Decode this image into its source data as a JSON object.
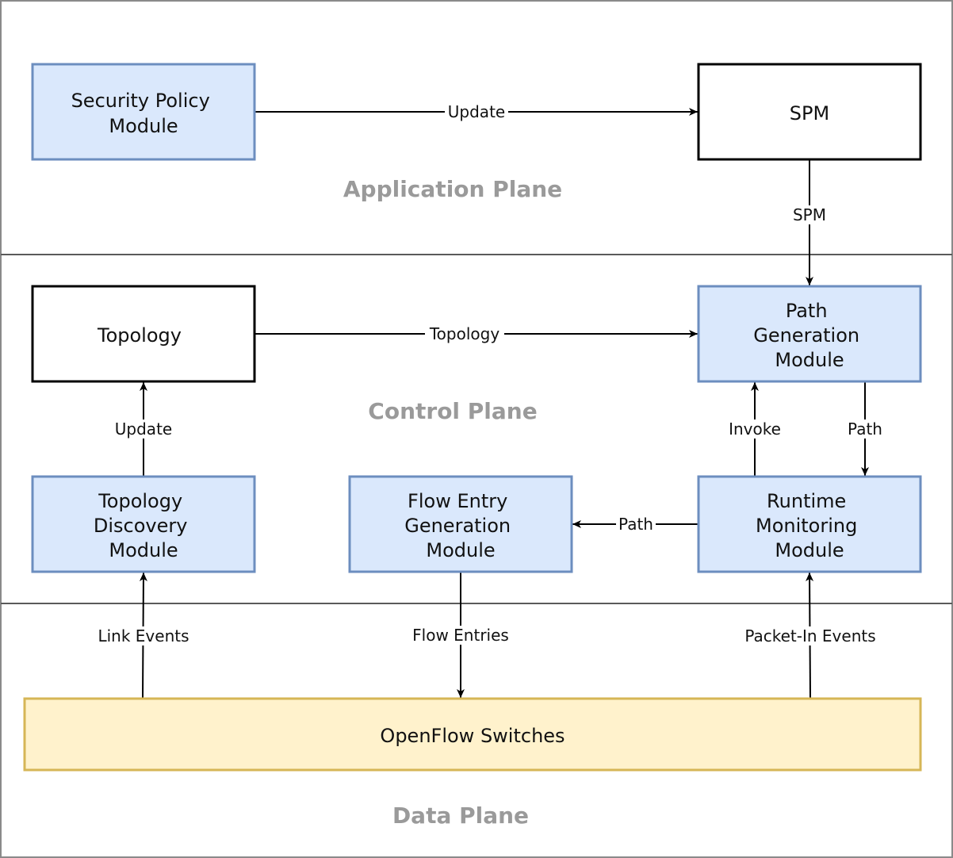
{
  "planes": {
    "application": "Application Plane",
    "control": "Control Plane",
    "data": "Data Plane"
  },
  "nodes": {
    "security_policy_module": {
      "lines": [
        "Security Policy",
        "Module"
      ]
    },
    "spm": {
      "lines": [
        "SPM"
      ]
    },
    "topology": {
      "lines": [
        "Topology"
      ]
    },
    "path_generation_module": {
      "lines": [
        "Path",
        "Generation",
        "Module"
      ]
    },
    "topology_discovery_module": {
      "lines": [
        "Topology",
        "Discovery",
        "Module"
      ]
    },
    "flow_entry_generation_module": {
      "lines": [
        "Flow Entry",
        "Generation",
        "Module"
      ]
    },
    "runtime_monitoring_module": {
      "lines": [
        "Runtime",
        "Monitoring",
        "Module"
      ]
    },
    "openflow_switches": {
      "lines": [
        "OpenFlow Switches"
      ]
    }
  },
  "edges": {
    "update_to_spm": "Update",
    "spm_to_path_gen": "SPM",
    "topology_to_path_gen": "Topology",
    "update_to_topology": "Update",
    "invoke": "Invoke",
    "path_to_runtime": "Path",
    "path_to_flow_entry": "Path",
    "link_events": "Link Events",
    "flow_entries": "Flow Entries",
    "packet_in_events": "Packet-In Events"
  },
  "colors": {
    "module_fill": "#dae8fc",
    "module_stroke": "#6c8ebf",
    "switch_fill": "#fff2cc",
    "switch_stroke": "#d6b656",
    "plane_label": "#9a9a9a"
  }
}
